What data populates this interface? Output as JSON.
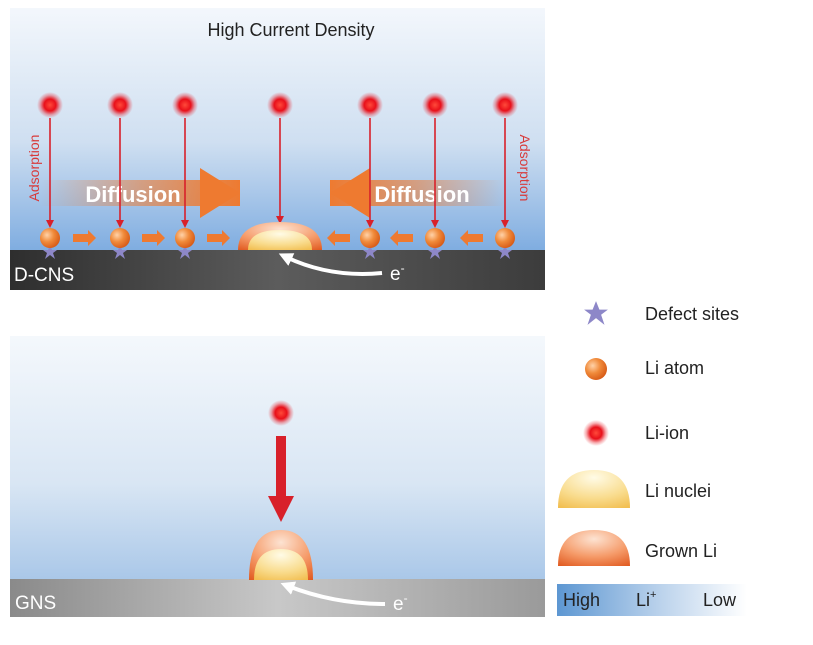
{
  "top_panel": {
    "title": "High Current Density",
    "substrate_label": "D-CNS",
    "adsorption_left": "Adsorption",
    "adsorption_right": "Adsorption",
    "diffusion_left": "Diffusion",
    "diffusion_right": "Diffusion",
    "electron_label": "e",
    "electron_sup": "-"
  },
  "bottom_panel": {
    "substrate_label": "GNS",
    "electron_label": "e",
    "electron_sup": "-"
  },
  "legend": {
    "items": [
      {
        "icon": "star-icon",
        "label": "Defect sites"
      },
      {
        "icon": "li-atom-icon",
        "label": "Li atom"
      },
      {
        "icon": "li-ion-icon",
        "label": "Li-ion"
      },
      {
        "icon": "li-nuclei-icon",
        "label": "Li nuclei"
      },
      {
        "icon": "grown-li-icon",
        "label": "Grown Li"
      }
    ],
    "gradient_high": "High",
    "gradient_mid": "Li",
    "gradient_mid_sup": "+",
    "gradient_low": "Low"
  },
  "colors": {
    "li_ion": "#e8101a",
    "li_atom": "#f07a2a",
    "defect_star": "#8d87c8",
    "arrow_orange": "#ee7a30",
    "arrow_red": "#d8202a",
    "substrate_dark": "#3a3a3a",
    "substrate_light": "#b0b0b0",
    "li_conc_high": "#5d97d2"
  }
}
